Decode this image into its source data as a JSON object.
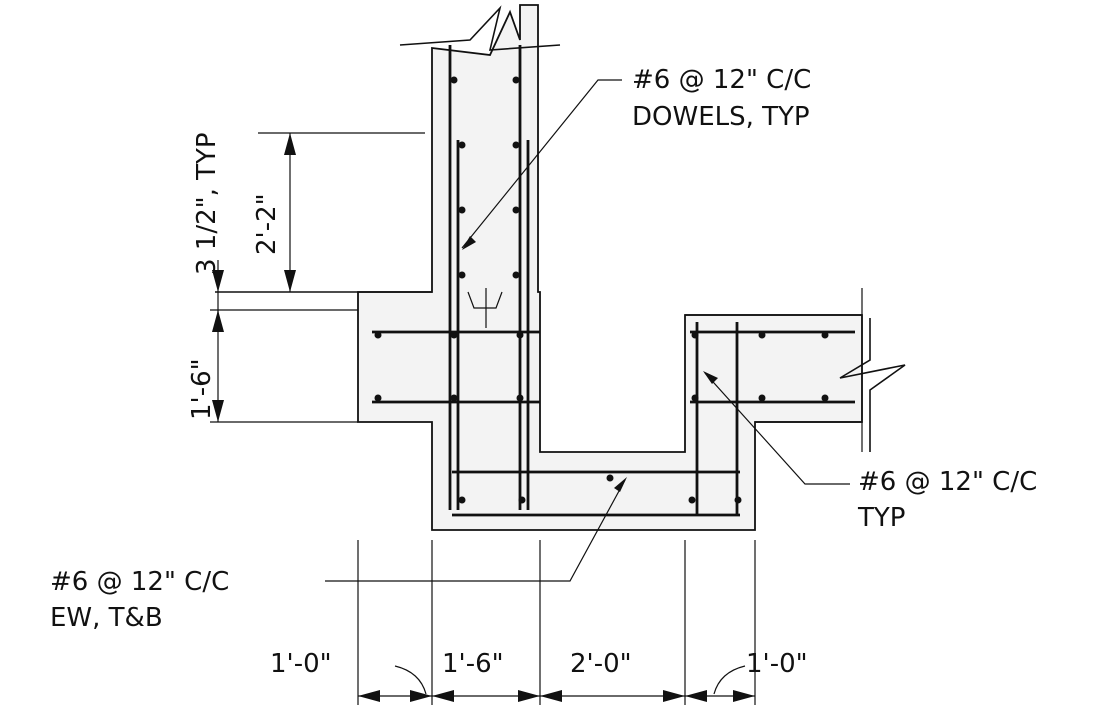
{
  "notes": {
    "dowels_line1": "#6 @ 12\" C/C",
    "dowels_line2": "DOWELS, TYP",
    "side_line1": "#6 @ 12\" C/C",
    "side_line2": "TYP",
    "bottom_line1": "#6 @ 12\" C/C",
    "bottom_line2": "EW, T&B"
  },
  "dims": {
    "cover": "3 1/2\", TYP",
    "wall_height": "2'-2\"",
    "slab_depth": "1'-6\"",
    "d1": "1'-0\"",
    "d2": "1'-6\"",
    "d3": "2'-0\"",
    "d4": "1'-0\""
  }
}
